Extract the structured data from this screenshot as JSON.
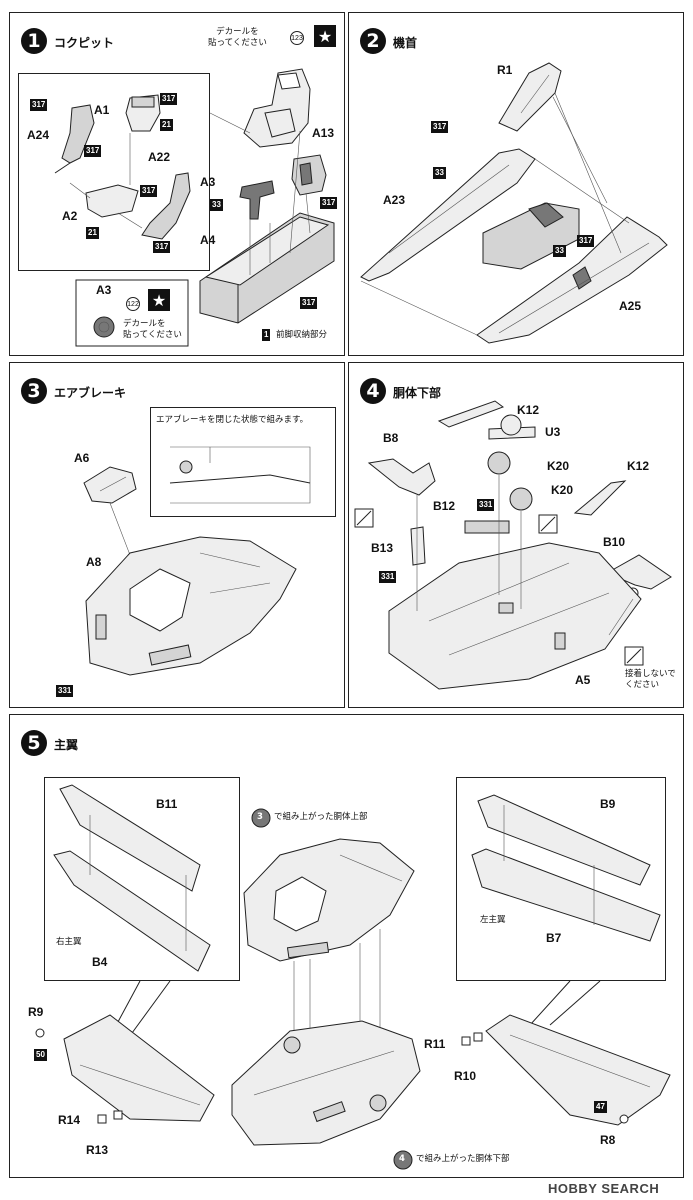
{
  "steps": [
    {
      "num": "1",
      "title": "コクピット",
      "labels": {
        "a24": "A24",
        "a1": "A1",
        "a2": "A2",
        "a22": "A22",
        "a3": "A3",
        "a13": "A13",
        "a4": "A4"
      },
      "tags": {
        "t317a": "317",
        "t317b": "317",
        "t21a": "21",
        "t317c": "317",
        "t317d": "317",
        "t21b": "21",
        "t317e": "317",
        "t33": "33",
        "t317f": "317",
        "t317g": "317",
        "t1": "1"
      },
      "decal_top": {
        "text": "デカールを\n貼ってください",
        "number": "123"
      },
      "decal_a3": {
        "title": "A3",
        "text": "デカールを\n貼ってください",
        "number": "122"
      },
      "nose_gear_note": "前脚収納部分"
    },
    {
      "num": "2",
      "title": "機首",
      "labels": {
        "r1": "R1",
        "a23": "A23",
        "a25": "A25"
      },
      "tags": {
        "t317a": "317",
        "t33a": "33",
        "t33b": "33",
        "t317b": "317"
      }
    },
    {
      "num": "3",
      "title": "エアブレーキ",
      "labels": {
        "a6": "A6",
        "a8": "A8"
      },
      "note": "エアブレーキを閉じた状態で組みます。",
      "tags": {
        "t331": "331"
      }
    },
    {
      "num": "4",
      "title": "胴体下部",
      "labels": {
        "k12a": "K12",
        "u3": "U3",
        "b8": "B8",
        "k20a": "K20",
        "k12b": "K12",
        "k20b": "K20",
        "b12": "B12",
        "b13": "B13",
        "b10": "B10",
        "a5": "A5"
      },
      "tags": {
        "t331a": "331",
        "t331b": "331"
      },
      "glue_note": "接着しないで\nください"
    },
    {
      "num": "5",
      "title": "主翼",
      "labels": {
        "b11": "B11",
        "b4": "B4",
        "r9": "R9",
        "r14": "R14",
        "r13": "R13",
        "b9": "B9",
        "b7": "B7",
        "r11": "R11",
        "r10": "R10",
        "r8": "R8"
      },
      "right_wing": "右主翼",
      "left_wing": "左主翼",
      "upper_ref_num": "3",
      "upper_ref": "で組み上がった胴体上部",
      "lower_ref_num": "4",
      "lower_ref": "で組み上がった胴体下部",
      "tags": {
        "t50": "50",
        "t47": "47"
      }
    }
  ],
  "watermark": "HOBBY SEARCH"
}
